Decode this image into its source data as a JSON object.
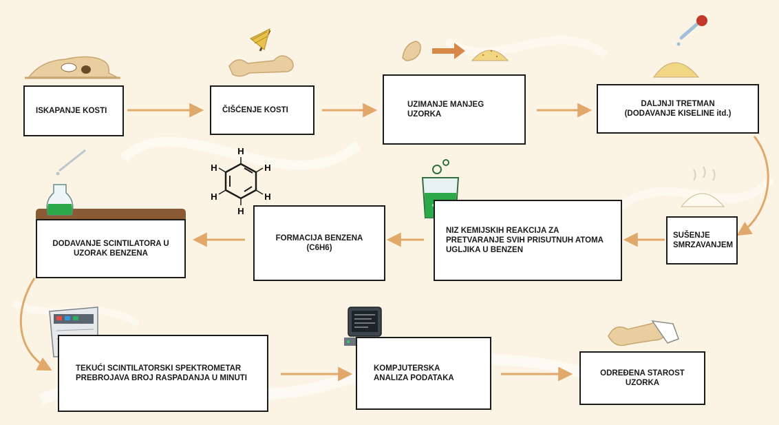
{
  "steps": [
    {
      "id": "iskapanje",
      "label": "ISKAPANJE KOSTI"
    },
    {
      "id": "ciscenje",
      "label": "ČIŠĆENJE KOSTI"
    },
    {
      "id": "uzimanje",
      "label": "UZIMANJE MANJEG\nUZORKA"
    },
    {
      "id": "tretman",
      "label": "DALJNJI TRETMAN\n(DODAVANJE KISELINE itd.)"
    },
    {
      "id": "susenje",
      "label": "SUŠENJE\nSMRZAVANJEM"
    },
    {
      "id": "reakcije",
      "label": "NIZ KEMIJSKIH REAKCIJA ZA\nPRETVARANJE SVIH PRISUTNUH ATOMA\nUGLJIKA U BENZEN"
    },
    {
      "id": "benzen",
      "label": "FORMACIJA BENZENA\n(C6H6)"
    },
    {
      "id": "scintilator",
      "label": "DODAVANJE SCINTILATORA U\nUZORAK BENZENA"
    },
    {
      "id": "spektrometar",
      "label": "TEKUĆI SCINTILATORSKI SPEKTROMETAR\nPREBROJAVA BROJ RASPADANJA U MINUTI"
    },
    {
      "id": "analiza",
      "label": "KOMPJUTERSKA\nANALIZA PODATAKA"
    },
    {
      "id": "starost",
      "label": "ODREĐENA STAROST\nUZORKA"
    }
  ],
  "benzene_atom_label": "H",
  "colors": {
    "background": "#fbf4e4",
    "arrow": "#e0a86a",
    "box_border": "#1a1a1a",
    "bone": "#e9cf9f",
    "bone_shadow": "#c9a570",
    "powder": "#f1d683",
    "liquid": "#2aa84a",
    "table": "#8a5a34"
  },
  "icons": [
    "fossil-skull-icon",
    "bone-brush-icon",
    "bone-to-powder-icon",
    "pipette-powder-icon",
    "dried-powder-icon",
    "beaker-icon",
    "benzene-ring-icon",
    "flask-pipette-icon",
    "spectrometer-icon",
    "computer-icon",
    "bone-tag-icon"
  ]
}
